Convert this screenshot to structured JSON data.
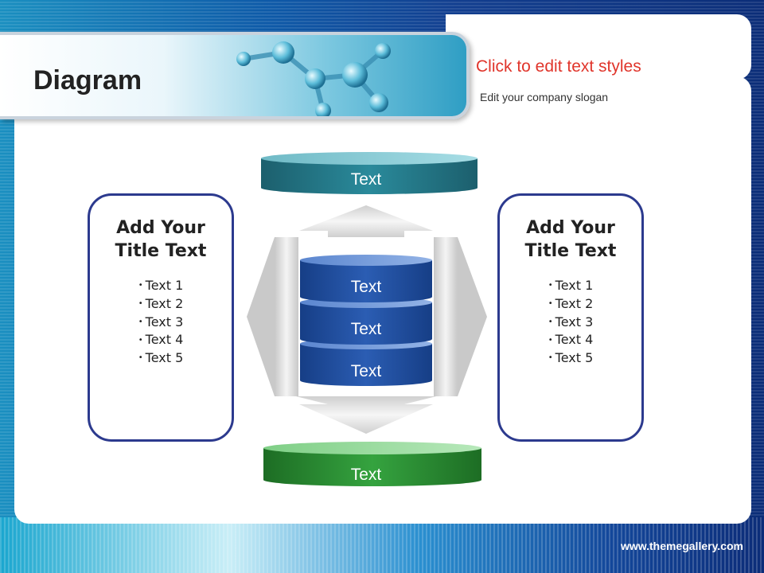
{
  "header": {
    "title": "Diagram",
    "subtitle": "Click to edit text styles",
    "slogan": "Edit your company slogan"
  },
  "footer": {
    "url": "www.themegallery.com"
  },
  "diagram": {
    "top_disc": "Text",
    "bottom_disc": "Text",
    "stack": [
      "Text",
      "Text",
      "Text"
    ]
  },
  "left_card": {
    "title_line1": "Add Your",
    "title_line2": "Title Text",
    "items": [
      "Text 1",
      "Text 2",
      "Text 3",
      "Text 4",
      "Text 5"
    ]
  },
  "right_card": {
    "title_line1": "Add Your",
    "title_line2": "Title Text",
    "items": [
      "Text 1",
      "Text 2",
      "Text 3",
      "Text 4",
      "Text 5"
    ]
  },
  "colors": {
    "accent_red": "#e0352b",
    "card_border": "#2c3a8e",
    "top_disc": "#2a7f8f",
    "bottom_disc": "#2f9a3a",
    "stack_blue": "#2655a8"
  }
}
